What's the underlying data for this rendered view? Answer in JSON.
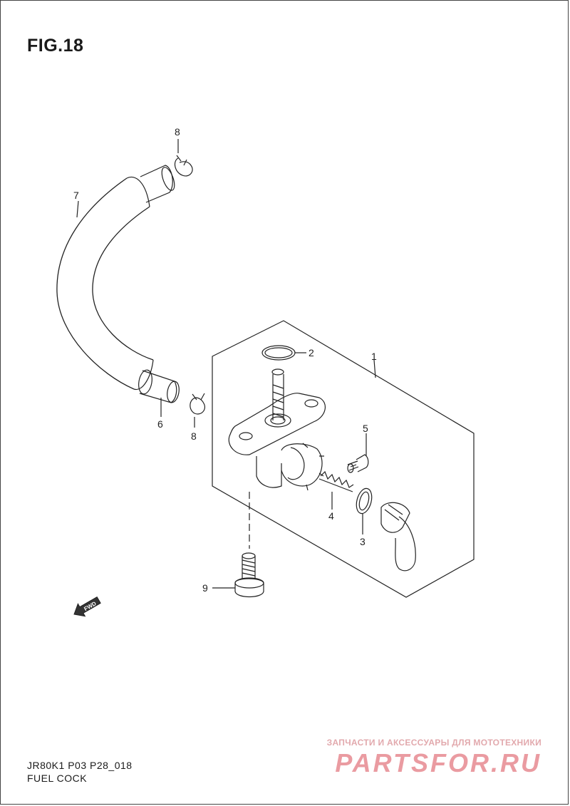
{
  "figure": {
    "title": "FIG.18",
    "code": "JR80K1 P03 P28_018",
    "name": "FUEL COCK"
  },
  "callouts": [
    "1",
    "2",
    "3",
    "4",
    "5",
    "6",
    "7",
    "8",
    "8",
    "9"
  ],
  "fwd_label": "FWD",
  "watermark": {
    "tagline": "ЗАПЧАСТИ И АКСЕССУАРЫ ДЛЯ МОТОТЕХНИКИ",
    "logo": "PARTSFOR.RU"
  }
}
